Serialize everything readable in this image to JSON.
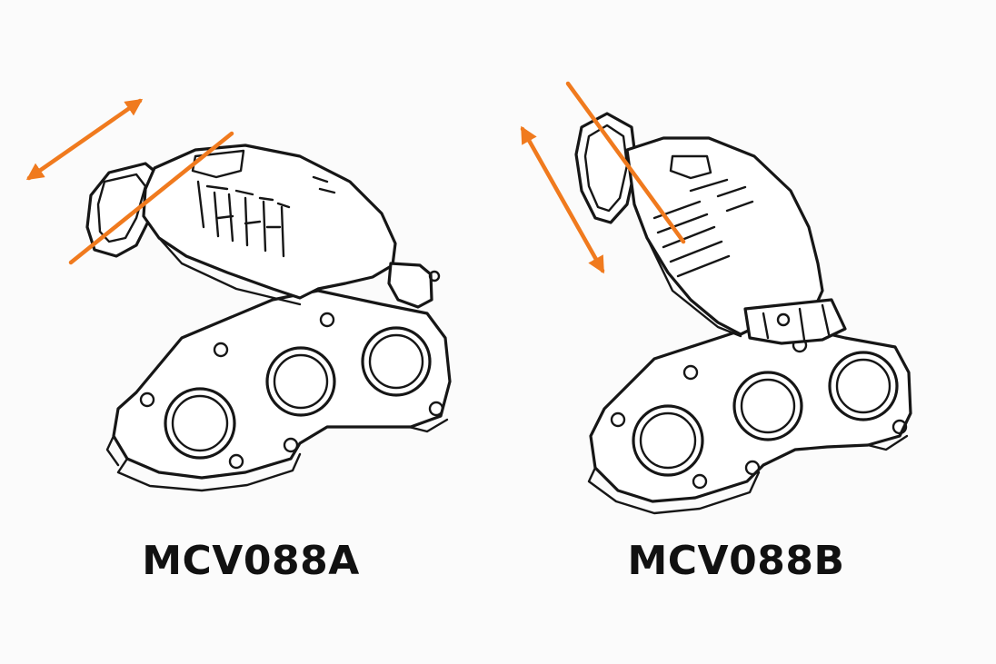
{
  "parts": [
    {
      "label": "MCV088A",
      "cut_direction": "diagonal"
    },
    {
      "label": "MCV088B",
      "cut_direction": "steep-diagonal"
    }
  ],
  "colors": {
    "background": "#fbfbfb",
    "line_art": "#161616",
    "accent_arrow": "#f07a1e",
    "label_text": "#111111"
  },
  "icons": [
    "double-headed-arrow-icon",
    "cut-line-icon"
  ]
}
